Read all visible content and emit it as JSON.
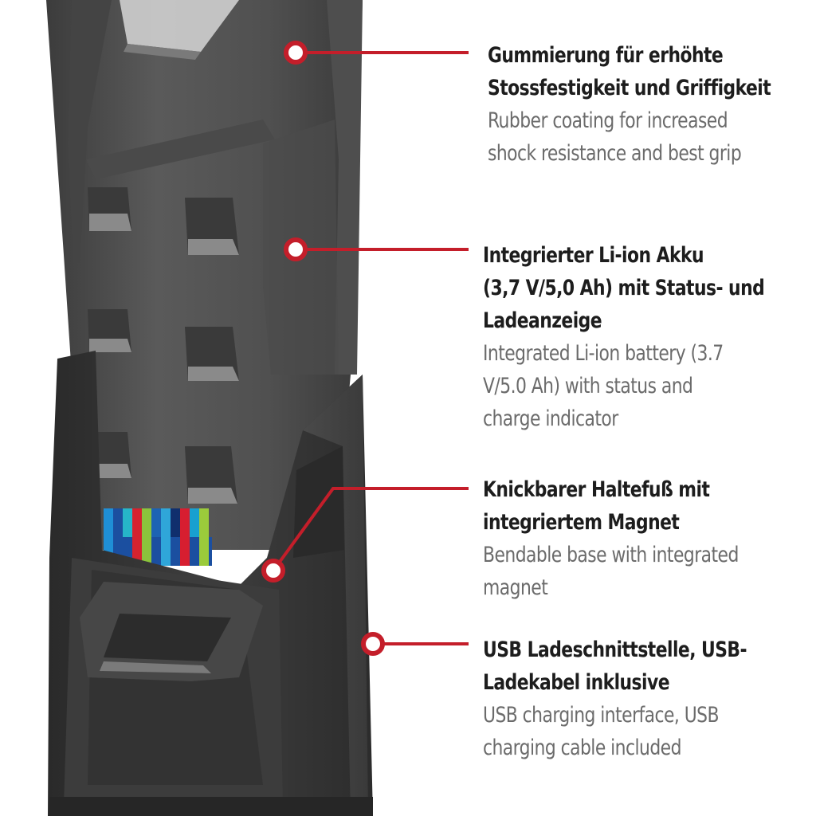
{
  "colors": {
    "accent": "#c41e2a",
    "heading_text": "#1d1d1d",
    "sub_text": "#6b6b6b",
    "housing_dark": "#3a3a3a",
    "housing_mid": "#545454"
  },
  "callouts": [
    {
      "de_lines": [
        "Gummierung für erhöhte",
        "Stossfestigkeit und Griffigkeit"
      ],
      "en_lines": [
        "Rubber coating for increased",
        "shock resistance and best grip"
      ]
    },
    {
      "de_lines": [
        "Integrierter Li-ion Akku",
        "(3,7 V/5,0 Ah) mit Status- und",
        "Ladeanzeige"
      ],
      "en_lines": [
        "Integrated Li-ion battery (3.7",
        "V/5.0 Ah) with status and",
        "charge indicator"
      ]
    },
    {
      "de_lines": [
        "Knickbarer Haltefuß mit",
        "integriertem Magnet"
      ],
      "en_lines": [
        "Bendable base with integrated",
        "magnet"
      ]
    },
    {
      "de_lines": [
        "USB Ladeschnittstelle, USB-",
        "Ladekabel inklusive"
      ],
      "en_lines": [
        "USB charging interface, USB",
        "charging cable included"
      ]
    }
  ]
}
